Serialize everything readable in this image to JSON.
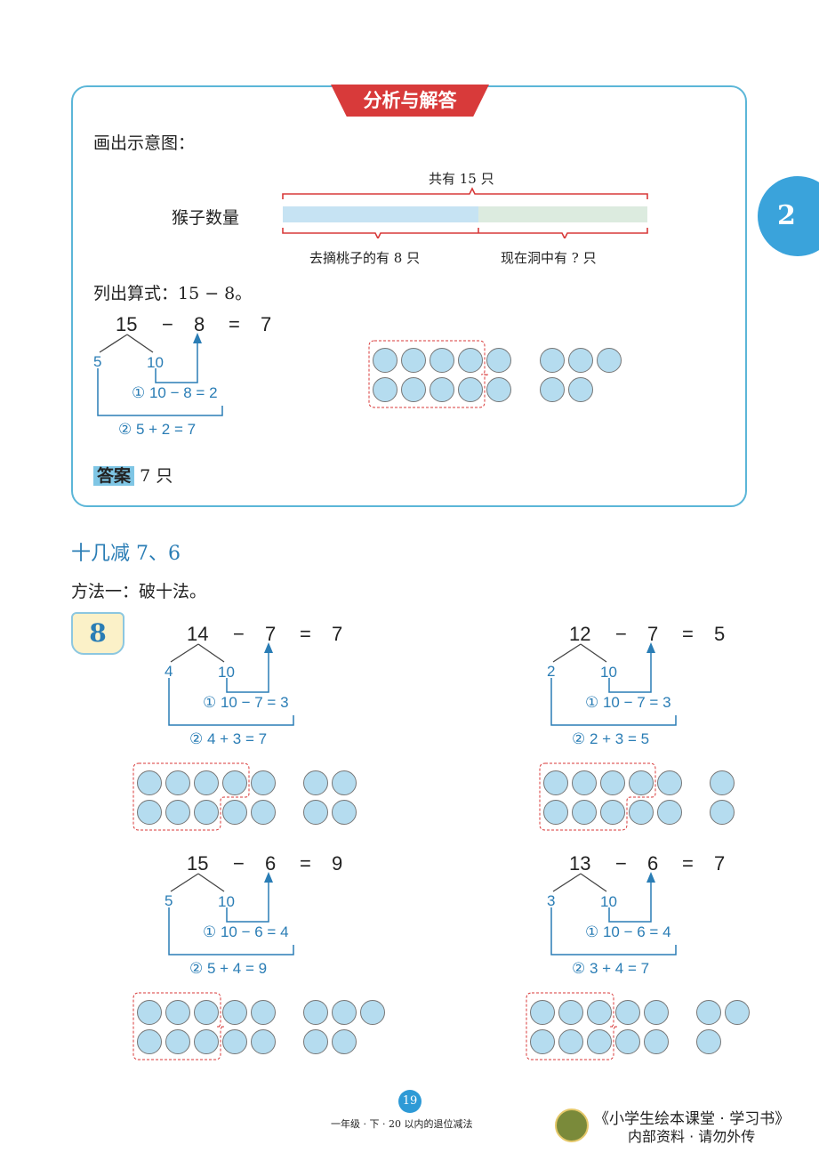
{
  "banner": "分析与解答",
  "chapter_tab": "2",
  "draw_label": "画出示意图：",
  "diagram": {
    "total": "共有 15 只",
    "row_label": "猴子数量",
    "part1": "去摘桃子的有 8 只",
    "part2": "现在洞中有 ? 只",
    "part1_fraction": 0.53
  },
  "formula_label": "列出算式：15 − 8。",
  "answer": {
    "label": "答案",
    "value": "7 只"
  },
  "section_title": "十几减 7、6",
  "method": "方法一：破十法。",
  "example_number": "8",
  "problems": [
    {
      "m": "15",
      "s": "8",
      "r": "7",
      "a": "5",
      "b": "10",
      "step1": "① 10 − 8 = 2",
      "step2": "② 5 + 2 = 7",
      "top": [
        5,
        3
      ],
      "bottom": [
        5,
        2
      ],
      "box": [
        4,
        4
      ]
    },
    {
      "m": "14",
      "s": "7",
      "r": "7",
      "a": "4",
      "b": "10",
      "step1": "① 10 − 7 = 3",
      "step2": "② 4 + 3 = 7",
      "top": [
        5,
        2
      ],
      "bottom": [
        5,
        2
      ],
      "box": [
        4,
        3
      ]
    },
    {
      "m": "12",
      "s": "7",
      "r": "5",
      "a": "2",
      "b": "10",
      "step1": "① 10 − 7 = 3",
      "step2": "② 2 + 3 = 5",
      "top": [
        5,
        1
      ],
      "bottom": [
        5,
        1
      ],
      "box": [
        4,
        3
      ]
    },
    {
      "m": "15",
      "s": "6",
      "r": "9",
      "a": "5",
      "b": "10",
      "step1": "① 10 − 6 = 4",
      "step2": "② 5 + 4 = 9",
      "top": [
        5,
        3
      ],
      "bottom": [
        5,
        2
      ],
      "box": [
        3,
        3
      ]
    },
    {
      "m": "13",
      "s": "6",
      "r": "7",
      "a": "3",
      "b": "10",
      "step1": "① 10 − 6 = 4",
      "step2": "② 3 + 4 = 7",
      "top": [
        5,
        2
      ],
      "bottom": [
        5,
        1
      ],
      "box": [
        3,
        3
      ]
    }
  ],
  "footer": {
    "page": "19",
    "subtitle": "一年级 · 下 · 20 以内的退位减法",
    "book": "《小学生绘本课堂 · 学习书》",
    "notice": "内部资料 · 请勿外传"
  },
  "colors": {
    "counter": "#b5dcef",
    "accent": "#2a7db5",
    "red": "#d83a3a"
  }
}
